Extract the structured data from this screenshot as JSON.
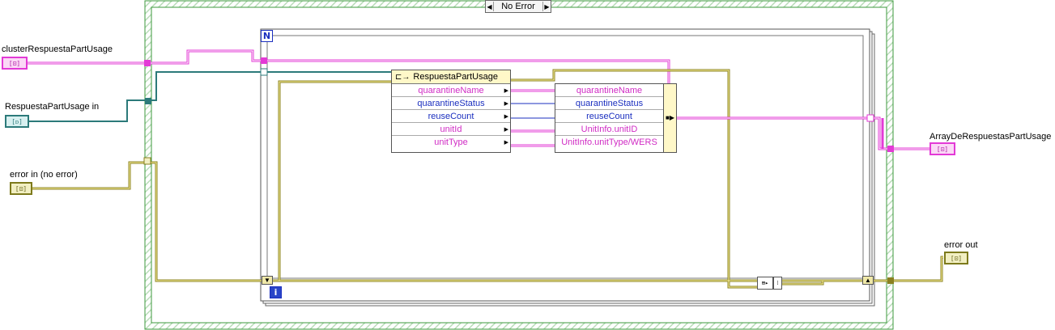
{
  "case_structure": {
    "selector": "No Error",
    "prev_icon": "left-arrow-icon",
    "next_icon": "right-arrow-dropdown-icon"
  },
  "controls": {
    "cluster_in": {
      "label": "clusterRespuestaPartUsage",
      "glyph": "[⊡]"
    },
    "ref_in": {
      "label": "RespuestaPartUsage in",
      "glyph": "[ᴅ]"
    },
    "error_in": {
      "label": "error in (no error)",
      "glyph": "[⊡]"
    }
  },
  "indicators": {
    "array_out": {
      "label": "ArrayDeRespuestasPartUsage",
      "glyph": "[⊡]"
    },
    "error_out": {
      "label": "error out",
      "glyph": "[⊡]"
    }
  },
  "for_loop": {
    "count_terminal": "N",
    "iteration_terminal": "i"
  },
  "property_node": {
    "title": "RespuestaPartUsage",
    "icon": "property-node-icon",
    "properties": [
      {
        "name": "quarantineName",
        "type": "string"
      },
      {
        "name": "quarantineStatus",
        "type": "enum"
      },
      {
        "name": "reuseCount",
        "type": "numeric"
      },
      {
        "name": "unitId",
        "type": "string"
      },
      {
        "name": "unitType",
        "type": "string"
      }
    ]
  },
  "bundle_node": {
    "elements": [
      {
        "name": "quarantineName",
        "type": "string"
      },
      {
        "name": "quarantineStatus",
        "type": "enum"
      },
      {
        "name": "reuseCount",
        "type": "numeric"
      },
      {
        "name": "UnitInfo.unitID",
        "type": "string"
      },
      {
        "name": "UnitInfo.unitType/WERS",
        "type": "string"
      }
    ]
  },
  "colors": {
    "string_wire": "#e33ad6",
    "refnum_wire": "#2c7a7a",
    "error_wire": "#8a8020",
    "numeric_wire": "#1b2fbf",
    "case_border": "#3c9a3c",
    "case_hatch": "#c8e6c8"
  }
}
